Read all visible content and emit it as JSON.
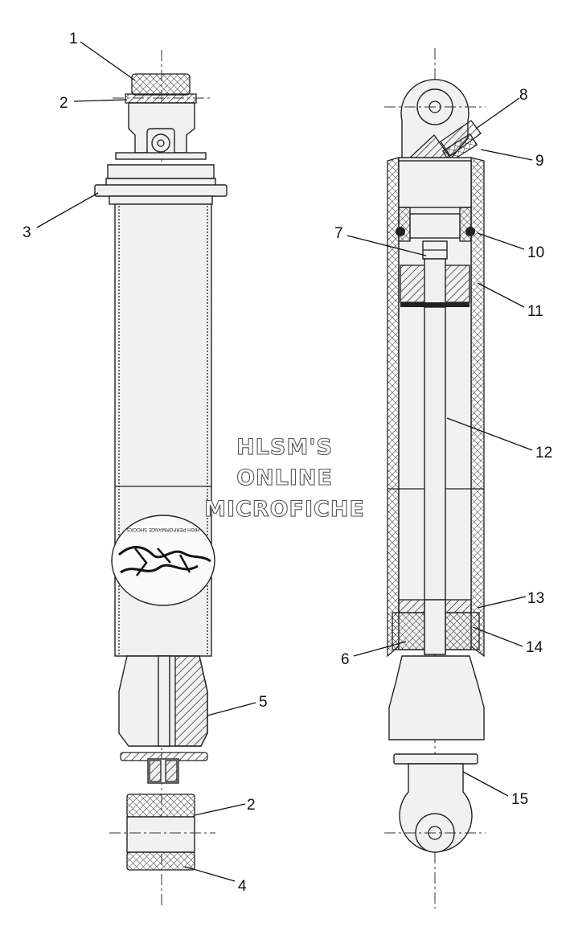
{
  "callouts": [
    {
      "id": "1",
      "text": "1"
    },
    {
      "id": "2a",
      "text": "2"
    },
    {
      "id": "3",
      "text": "3"
    },
    {
      "id": "5",
      "text": "5"
    },
    {
      "id": "2b",
      "text": "2"
    },
    {
      "id": "4",
      "text": "4"
    },
    {
      "id": "8",
      "text": "8"
    },
    {
      "id": "9",
      "text": "9"
    },
    {
      "id": "7",
      "text": "7"
    },
    {
      "id": "10",
      "text": "10"
    },
    {
      "id": "11",
      "text": "11"
    },
    {
      "id": "12",
      "text": "12"
    },
    {
      "id": "13",
      "text": "13"
    },
    {
      "id": "6",
      "text": "6"
    },
    {
      "id": "14",
      "text": "14"
    },
    {
      "id": "15",
      "text": "15"
    }
  ],
  "watermark": {
    "line1": "HLSM'S",
    "line2": "ONLINE",
    "line3": "MICROFICHE"
  },
  "decal_text": "HIGH PERFORMANCE SHOCKS"
}
